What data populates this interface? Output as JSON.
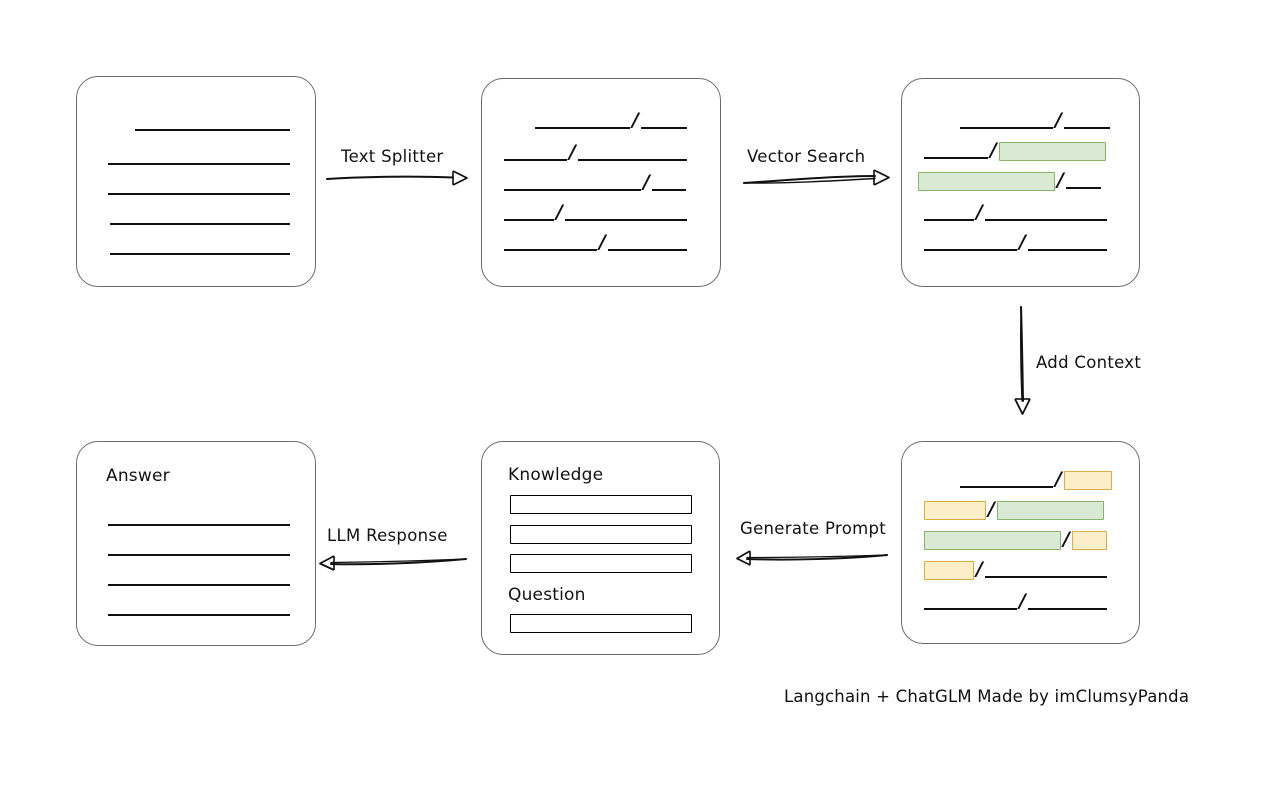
{
  "diagram": {
    "caption": "Langchain + ChatGLM Made by imClumsyPanda",
    "colors": {
      "card_border": "#6b6b6b",
      "line": "#111111",
      "green_fill": "#d8ead3",
      "green_border": "#86b469",
      "yellow_fill": "#fdeeca",
      "yellow_border": "#d9ae41",
      "red_fill": "#f6d5d4",
      "red_border": "#b85450"
    },
    "arrows": [
      {
        "name": "text-splitter",
        "label": "Text Splitter",
        "direction": "right"
      },
      {
        "name": "vector-search",
        "label": "Vector Search",
        "direction": "right"
      },
      {
        "name": "add-context",
        "label": "Add Context",
        "direction": "down"
      },
      {
        "name": "generate-prompt",
        "label": "Generate Prompt",
        "direction": "left"
      },
      {
        "name": "llm-response",
        "label": "LLM Response",
        "direction": "left"
      }
    ],
    "cards": [
      {
        "name": "source-document",
        "title": "",
        "lines": [
          {
            "segments": [
              {
                "type": "plain"
              }
            ]
          },
          {
            "segments": [
              {
                "type": "plain"
              }
            ]
          },
          {
            "segments": [
              {
                "type": "plain"
              }
            ]
          },
          {
            "segments": [
              {
                "type": "plain"
              }
            ]
          },
          {
            "segments": [
              {
                "type": "plain"
              }
            ]
          }
        ]
      },
      {
        "name": "split-document",
        "title": "",
        "separator": "/",
        "lines": [
          {
            "segments": [
              {
                "type": "plain"
              },
              {
                "type": "slash"
              },
              {
                "type": "plain"
              }
            ]
          },
          {
            "segments": [
              {
                "type": "plain"
              },
              {
                "type": "slash"
              },
              {
                "type": "plain"
              }
            ]
          },
          {
            "segments": [
              {
                "type": "plain"
              },
              {
                "type": "slash"
              },
              {
                "type": "plain"
              }
            ]
          },
          {
            "segments": [
              {
                "type": "plain"
              },
              {
                "type": "slash"
              },
              {
                "type": "plain"
              }
            ]
          },
          {
            "segments": [
              {
                "type": "plain"
              },
              {
                "type": "slash"
              },
              {
                "type": "plain"
              }
            ]
          }
        ]
      },
      {
        "name": "matched-document",
        "title": "",
        "separator": "/",
        "lines": [
          {
            "segments": [
              {
                "type": "plain"
              },
              {
                "type": "slash"
              },
              {
                "type": "plain"
              }
            ]
          },
          {
            "segments": [
              {
                "type": "plain"
              },
              {
                "type": "slash"
              },
              {
                "type": "green"
              }
            ]
          },
          {
            "segments": [
              {
                "type": "green"
              },
              {
                "type": "slash"
              },
              {
                "type": "plain"
              }
            ]
          },
          {
            "segments": [
              {
                "type": "plain"
              },
              {
                "type": "slash"
              },
              {
                "type": "plain"
              }
            ]
          },
          {
            "segments": [
              {
                "type": "plain"
              },
              {
                "type": "slash"
              },
              {
                "type": "plain"
              }
            ]
          }
        ]
      },
      {
        "name": "context-document",
        "title": "",
        "separator": "/",
        "lines": [
          {
            "segments": [
              {
                "type": "plain"
              },
              {
                "type": "slash"
              },
              {
                "type": "yellow"
              }
            ]
          },
          {
            "segments": [
              {
                "type": "yellow"
              },
              {
                "type": "slash"
              },
              {
                "type": "green"
              }
            ]
          },
          {
            "segments": [
              {
                "type": "green"
              },
              {
                "type": "slash"
              },
              {
                "type": "yellow"
              }
            ]
          },
          {
            "segments": [
              {
                "type": "yellow"
              },
              {
                "type": "slash"
              },
              {
                "type": "plain"
              }
            ]
          },
          {
            "segments": [
              {
                "type": "plain"
              },
              {
                "type": "slash"
              },
              {
                "type": "plain"
              }
            ]
          }
        ]
      },
      {
        "name": "prompt",
        "knowledge_label": "Knowledge",
        "question_label": "Question",
        "knowledge_bars": [
          "yellow",
          "green",
          "yellow"
        ],
        "question_bars": [
          "red"
        ]
      },
      {
        "name": "answer",
        "title": "Answer",
        "lines": [
          {
            "segments": [
              {
                "type": "plain"
              }
            ]
          },
          {
            "segments": [
              {
                "type": "plain"
              }
            ]
          },
          {
            "segments": [
              {
                "type": "plain"
              }
            ]
          },
          {
            "segments": [
              {
                "type": "plain"
              }
            ]
          }
        ]
      }
    ]
  }
}
